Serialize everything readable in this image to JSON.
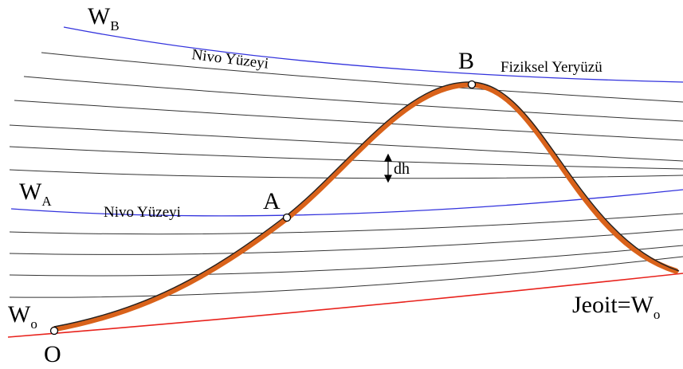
{
  "labels": {
    "wb_main": "W",
    "wb_sub": "B",
    "wa_main": "W",
    "wa_sub": "A",
    "wo_main": "W",
    "wo_sub": "o",
    "nivo_top": "Nivo Yüzeyi",
    "nivo_mid": "Nivo Yüzeyi",
    "fiziksel": "Fiziksel Yeryüzü",
    "point_b": "B",
    "point_a": "A",
    "point_o": "O",
    "dh": "dh",
    "jeoit_main": "Jeoit=W",
    "jeoit_sub": "o"
  },
  "colors": {
    "level_surface": "#3333dd",
    "geoid": "#e8221c",
    "terrain_fill": "#d9621a",
    "terrain_edge": "#222222",
    "contour": "#333333",
    "point_fill": "#ffffff"
  }
}
